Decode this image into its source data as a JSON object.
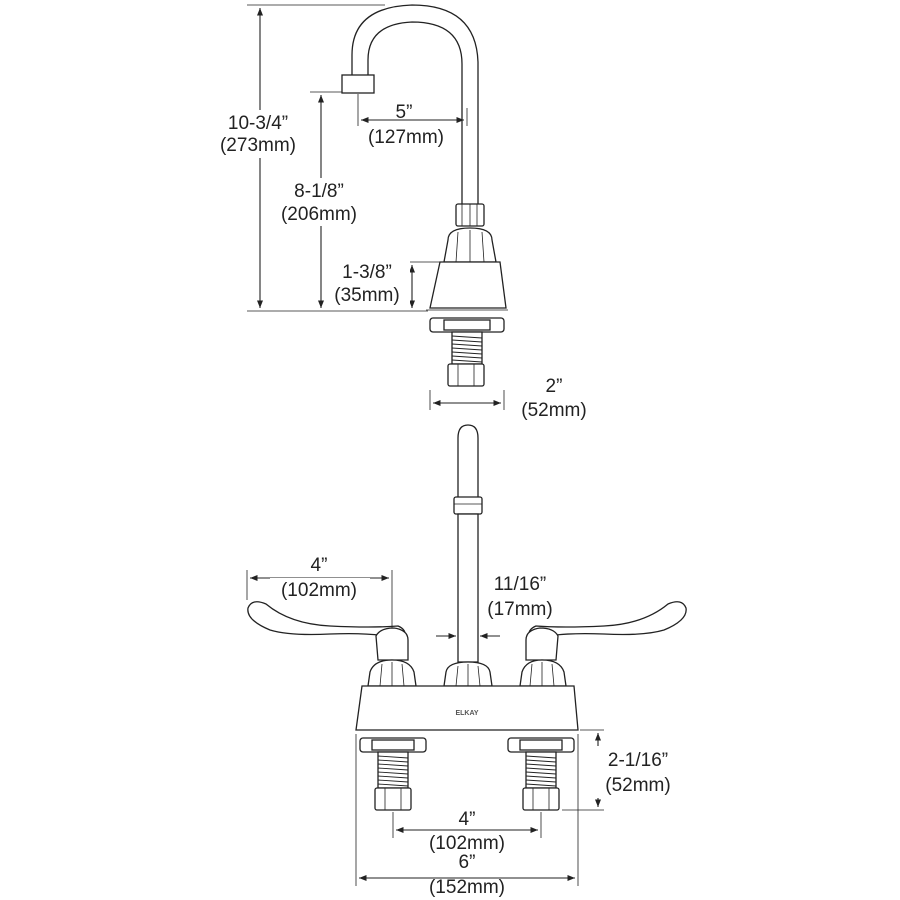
{
  "side_view": {
    "dimensions": {
      "overall_height": {
        "imperial": "10-3/4”",
        "metric": "(273mm)"
      },
      "spout_height": {
        "imperial": "8-1/8”",
        "metric": "(206mm)"
      },
      "base_height": {
        "imperial": "1-3/8”",
        "metric": "(35mm)"
      },
      "spout_reach": {
        "imperial": "5”",
        "metric": "(127mm)"
      },
      "base_depth": {
        "imperial": "2”",
        "metric": "(52mm)"
      }
    }
  },
  "front_view": {
    "brand_mark": "ELKAY",
    "dimensions": {
      "handle_length": {
        "imperial": "4”",
        "metric": "(102mm)"
      },
      "spout_diameter": {
        "imperial": "11/16”",
        "metric": "(17mm)"
      },
      "shank_length": {
        "imperial": "2-1/16”",
        "metric": "(52mm)"
      },
      "centers": {
        "imperial": "4”",
        "metric": "(102mm)"
      },
      "base_width": {
        "imperial": "6”",
        "metric": "(152mm)"
      }
    }
  }
}
